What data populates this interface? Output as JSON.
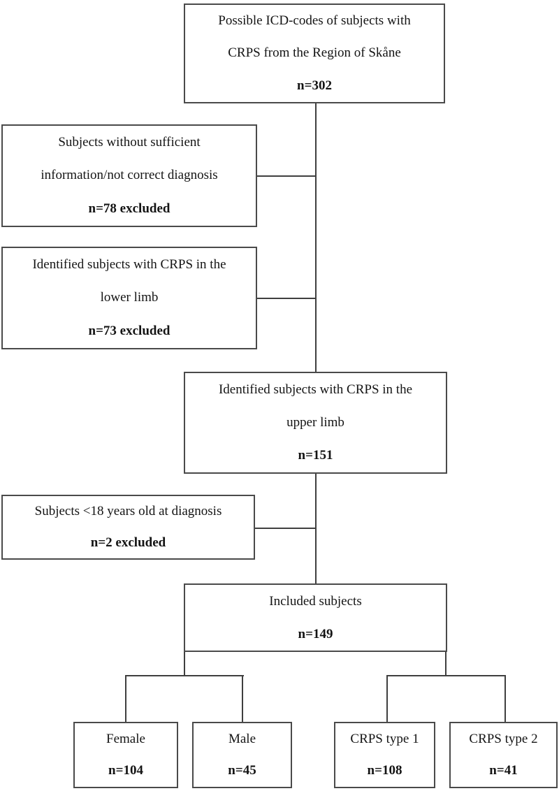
{
  "nodes": {
    "source": {
      "lines": [
        "Possible ICD-codes of subjects with",
        "CRPS from the Region of Skåne"
      ],
      "count": "n=302"
    },
    "excluded_insufficient": {
      "lines": [
        "Subjects without sufficient",
        "information/not correct diagnosis"
      ],
      "count": "n=78 excluded"
    },
    "excluded_lower_limb": {
      "lines": [
        "Identified subjects with CRPS in the",
        "lower limb"
      ],
      "count": "n=73 excluded"
    },
    "upper_limb": {
      "lines": [
        "Identified subjects with CRPS in the",
        "upper limb"
      ],
      "count": "n=151"
    },
    "excluded_under_18": {
      "lines": [
        "Subjects <18 years old at diagnosis"
      ],
      "count": "n=2 excluded"
    },
    "included": {
      "lines": [
        "Included subjects"
      ],
      "count": "n=149"
    },
    "female": {
      "lines": [
        "Female"
      ],
      "count": "n=104"
    },
    "male": {
      "lines": [
        "Male"
      ],
      "count": "n=45"
    },
    "crps_type_1": {
      "lines": [
        "CRPS type 1"
      ],
      "count": "n=108"
    },
    "crps_type_2": {
      "lines": [
        "CRPS type 2"
      ],
      "count": "n=41"
    }
  },
  "colors": {
    "background": "#ffffff",
    "box_border": "#4a4a4a",
    "connector": "#3f3f3f",
    "text": "#141414"
  }
}
